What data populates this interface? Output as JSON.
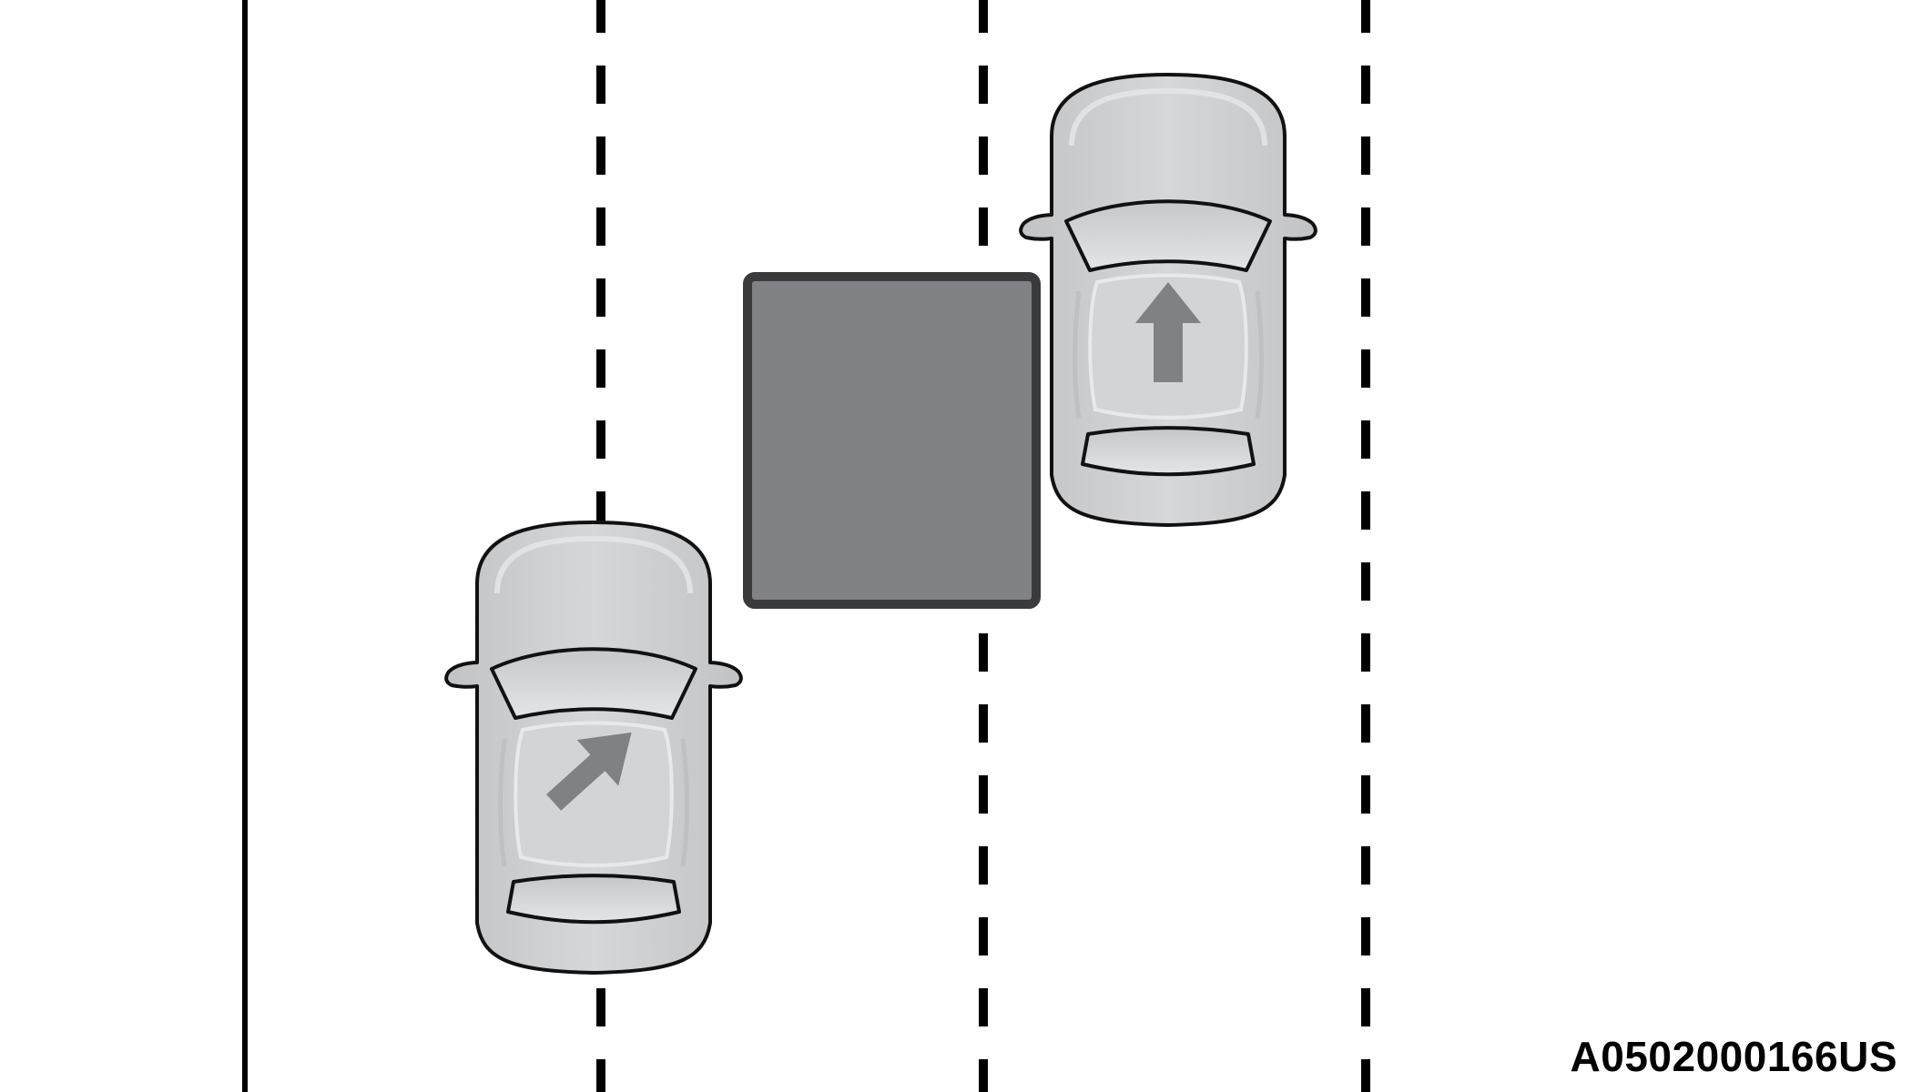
{
  "diagram": {
    "figure_code": "A0502000166US",
    "road": {
      "solid_line_label": "road-edge",
      "lane_lines": [
        "lane-divider-1",
        "lane-divider-2",
        "lane-divider-3"
      ]
    },
    "vehicles": [
      {
        "id": "own-vehicle",
        "lane": 2,
        "arrow_direction": "up-right",
        "maneuver": "lane-change"
      },
      {
        "id": "other-vehicle",
        "lane": 3,
        "arrow_direction": "up",
        "maneuver": "straight"
      }
    ],
    "blind_spot_zone": {
      "id": "detection-zone"
    },
    "colors": {
      "car_body": "#cfd0d2",
      "car_outline": "#111111",
      "arrow": "#7f8184",
      "zone_fill": "#808285",
      "zone_border": "#3a3a3c",
      "lines": "#000000"
    }
  }
}
